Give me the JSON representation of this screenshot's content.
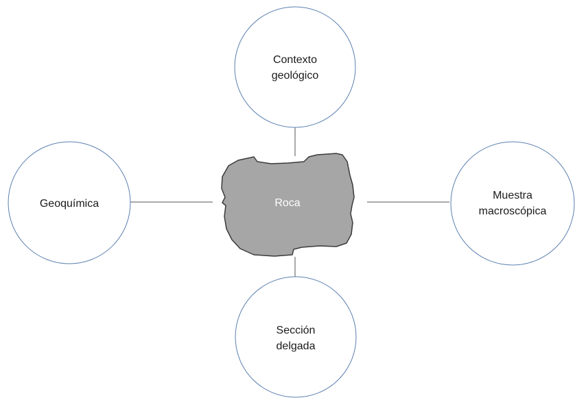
{
  "center": {
    "label": "Roca",
    "fill_color": "#a6a6a6",
    "stroke_color": "#3a3a3a"
  },
  "nodes": {
    "top": {
      "line1": "Contexto",
      "line2": "geológico"
    },
    "left": {
      "line1": "Geoquímica"
    },
    "right": {
      "line1": "Muestra",
      "line2": "macroscópica"
    },
    "bottom": {
      "line1": "Sección",
      "line2": "delgada"
    }
  },
  "colors": {
    "circle_stroke": "#5b7fb0",
    "connector": "#555555",
    "label_text": "#1a1a1a",
    "center_text": "#ffffff"
  }
}
